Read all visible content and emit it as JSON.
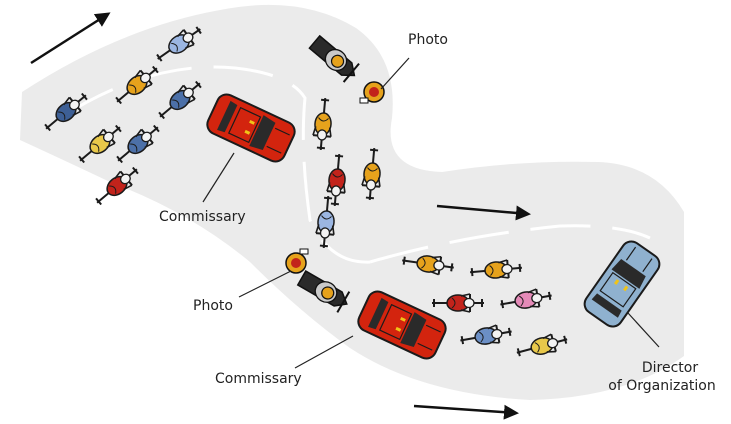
{
  "labels": {
    "photo_top": "Photo",
    "photo_bottom": "Photo",
    "commissary_top": "Commissary",
    "commissary_bottom": "Commissary",
    "director_line1": "Director",
    "director_line2": "of Organization"
  },
  "colors": {
    "road": "#ebebeb",
    "lane_marking": "#ffffff",
    "arrow": "#111111",
    "commissary_car": "#d3240e",
    "director_car": "#8fb1cf",
    "motorbike": "#2a2a2a",
    "rider_helmet": "#e6a21c"
  },
  "icons": {
    "direction": "arrow-right-icon",
    "cyclist": "cyclist-icon",
    "car": "car-icon",
    "motorbike": "photo-motorbike-icon"
  }
}
